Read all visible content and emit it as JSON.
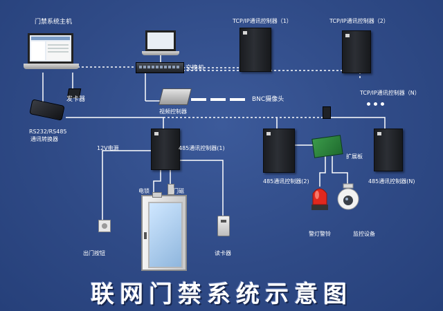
{
  "labels": {
    "host": "门禁系统主机",
    "tcp1": "TCP/IP通讯控制器（1）",
    "tcp2": "TCP/IP通讯控制器（2）",
    "tcpn": "TCP/IP通讯控制器（N）",
    "switch": "交换机",
    "card_issuer": "发卡器",
    "bnc": "BNC摄像头",
    "video": "视频控制器",
    "rs232_line1": "RS232/RS485",
    "rs232_line2": "通讯转换器",
    "power": "12V电源",
    "ctrl485_1": "485通讯控制器(1)",
    "ctrl485_2": "485通讯控制器(2)",
    "ctrl485_n": "485通讯控制器(N)",
    "expansion": "扩展板",
    "maglock": "电锁",
    "door_sensor": "门磁",
    "exit_button": "出门按钮",
    "card_reader": "读卡器",
    "alarm": "警灯警铃",
    "camera": "监控设备"
  },
  "title": "联网门禁系统示意图",
  "colors": {
    "background": "#2f4a86",
    "line": "#ffffff",
    "cabinet": "#1f2126",
    "alarm": "#e0281e"
  }
}
